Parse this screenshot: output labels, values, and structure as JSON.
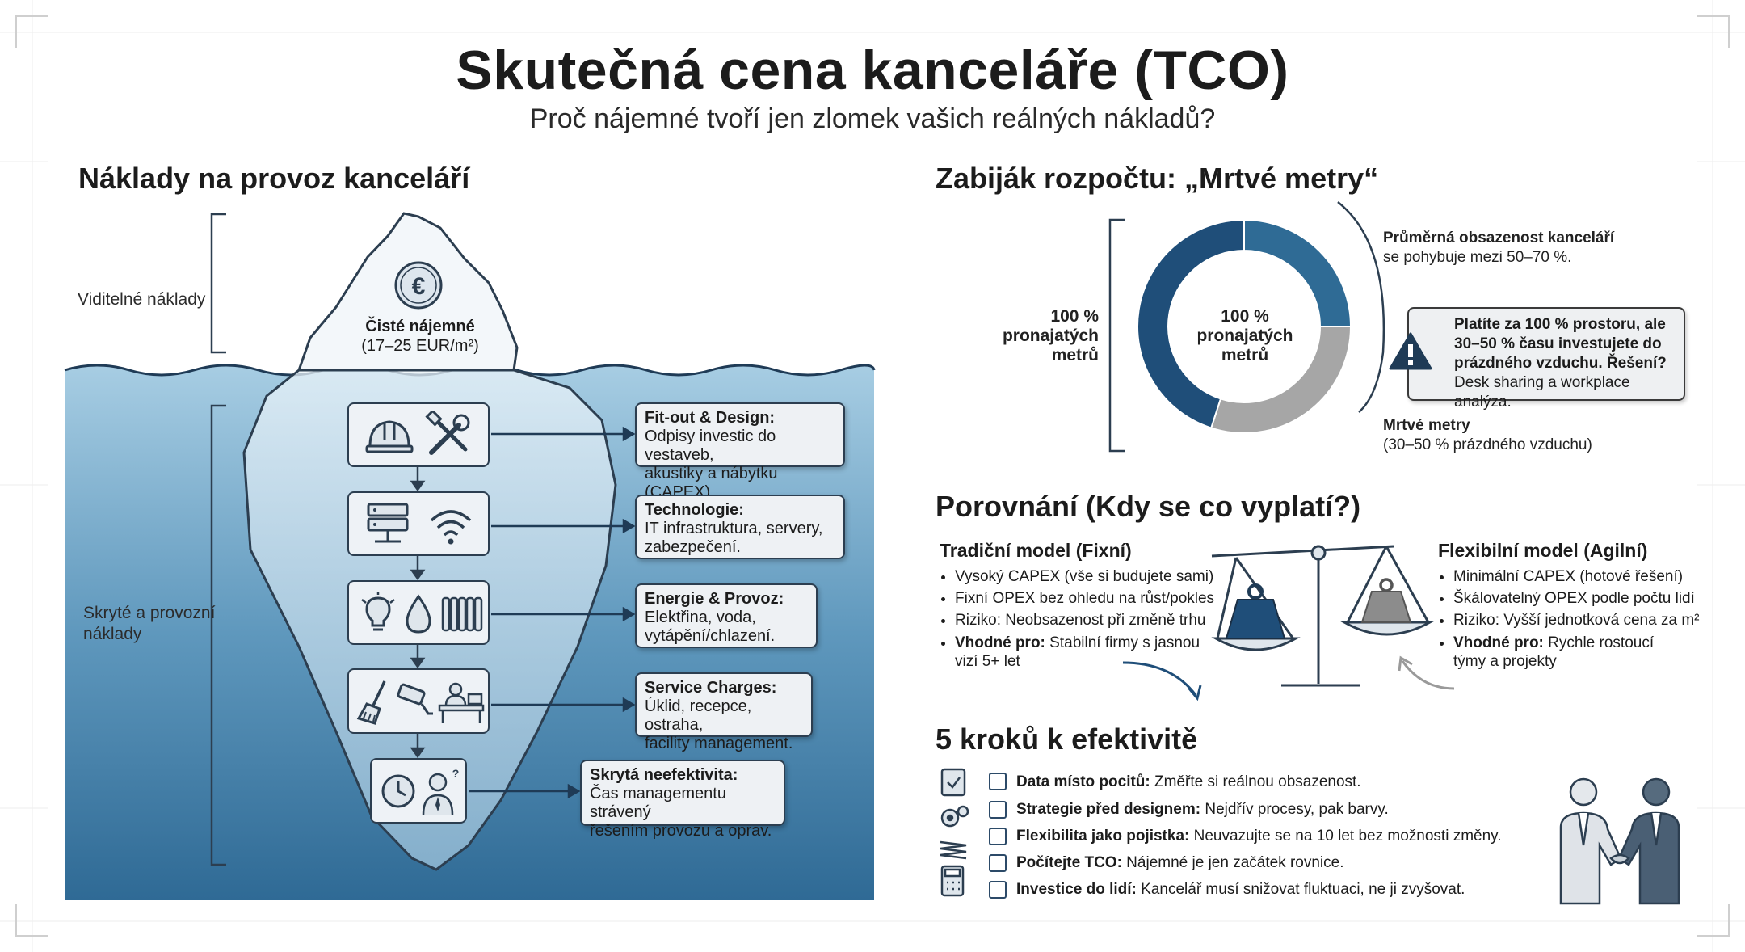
{
  "header": {
    "title": "Skutečná cena kanceláře (TCO)",
    "subtitle": "Proč nájemné tvoří jen zlomek vašich reálných nákladů?"
  },
  "iceberg": {
    "title": "Náklady na provoz kanceláří",
    "visible_label": "Viditelné náklady",
    "hidden_label": "Skryté a provozní\nnáklady",
    "rent": {
      "title": "Čisté nájemné",
      "range": "(17–25 EUR/m²)"
    },
    "items": [
      {
        "title": "Fit-out & Design:",
        "text": "Odpisy investic do vestaveb,\nakustiky a nábytku (CAPEX).",
        "icons": [
          "hard-hat-icon",
          "tools-icon"
        ]
      },
      {
        "title": "Technologie:",
        "text": "IT infrastruktura, servery,\nzabezpečení.",
        "icons": [
          "server-icon",
          "wifi-icon"
        ]
      },
      {
        "title": "Energie & Provoz:",
        "text": "Elektřina, voda,\nvytápění/chlazení.",
        "icons": [
          "lightbulb-icon",
          "water-drop-icon",
          "radiator-icon"
        ]
      },
      {
        "title": "Service Charges:",
        "text": "Úklid, recepce, ostraha,\nfacility management.",
        "icons": [
          "broom-icon",
          "camera-icon",
          "reception-desk-icon"
        ]
      },
      {
        "title": "Skrytá neefektivita:",
        "text": "Čas managementu strávený\nřešením provozu a oprav.",
        "icons": [
          "clock-icon",
          "manager-icon"
        ]
      }
    ]
  },
  "dead_meters": {
    "title": "Zabiják rozpočtu: „Mrtvé metry“",
    "left_label": "100 %\npronajatých\nmetrů",
    "center_label": "100 %\npronajatých\nmetrů",
    "occupancy": {
      "title": "Průměrná obsazenost kanceláří",
      "text": "se pohybuje mezi 50–70 %."
    },
    "warning": {
      "bold": "Platíte za 100 % prostoru, ale\n30–50 % času investujete do\nprázdného vzduchu. Řešení?",
      "text": "Desk sharing a workplace analýza."
    },
    "dead": {
      "title": "Mrtvé metry",
      "text": "(30–50 % prázdného vzduchu)"
    },
    "colors": {
      "used": "#1f4e79",
      "used_light": "#2f6b95",
      "dead": "#a6a6a6"
    }
  },
  "chart_data": {
    "type": "pie",
    "categories": [
      "Průměrná obsazenost kanceláří",
      "Mrtvé metry"
    ],
    "values": [
      70,
      30
    ],
    "title": "Zabiják rozpočtu: „Mrtvé metry“"
  },
  "comparison": {
    "title": "Porovnání (Kdy se co vyplatí?)",
    "traditional": {
      "title": "Tradiční model (Fixní)",
      "items": [
        {
          "bold": "",
          "text": "Vysoký CAPEX (vše si budujete sami)"
        },
        {
          "bold": "",
          "text": "Fixní OPEX bez ohledu na růst/pokles"
        },
        {
          "bold": "",
          "text": "Riziko: Neobsazenost při změně trhu"
        },
        {
          "bold": "Vhodné pro:",
          "text": " Stabilní firmy s jasnou\nvizí 5+ let"
        }
      ]
    },
    "flexible": {
      "title": "Flexibilní model (Agilní)",
      "items": [
        {
          "bold": "",
          "text": "Minimální CAPEX (hotové řešení)"
        },
        {
          "bold": "",
          "text": "Škálovatelný OPEX podle počtu lidí"
        },
        {
          "bold": "",
          "text": "Riziko: Vyšší jednotková cena za m²"
        },
        {
          "bold": "Vhodné pro:",
          "text": " Rychle rostoucí\ntýmy a projekty"
        }
      ]
    }
  },
  "steps": {
    "title": "5 kroků k efektivitě",
    "items": [
      {
        "bold": "Data místo pocitů:",
        "text": " Změřte si reálnou obsazenost."
      },
      {
        "bold": "Strategie před designem:",
        "text": " Nejdřív procesy, pak barvy."
      },
      {
        "bold": "Flexibilita jako pojistka:",
        "text": " Neuvazujte se na 10 let bez možnosti změny."
      },
      {
        "bold": "Počítejte TCO:",
        "text": " Nájemné je jen začátek rovnice."
      },
      {
        "bold": "Investice do lidí:",
        "text": " Kancelář musí snižovat fluktuaci, ne ji zvyšovat."
      }
    ]
  }
}
